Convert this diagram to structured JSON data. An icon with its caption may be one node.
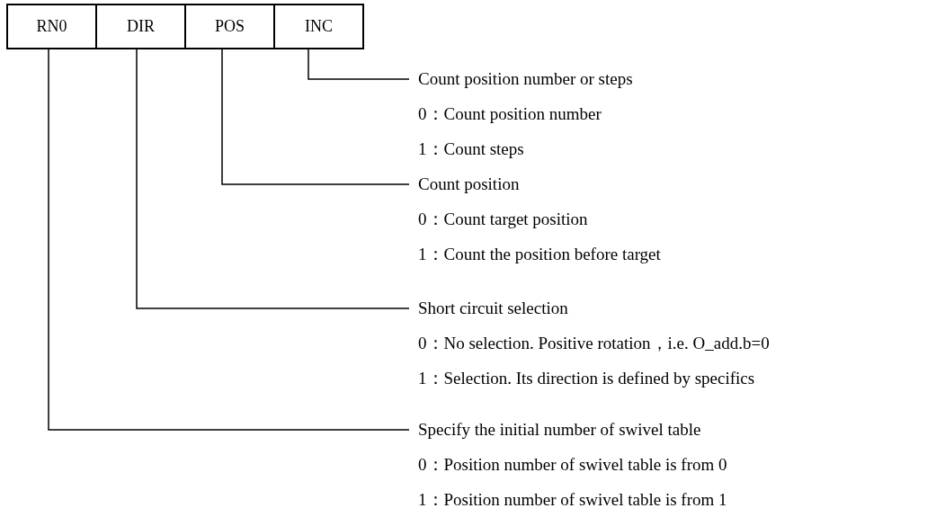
{
  "diagram": {
    "nodes": [
      {
        "text": [
          "RN0"
        ]
      },
      {
        "text": [
          "DIR"
        ]
      },
      {
        "text": [
          "POS"
        ]
      },
      {
        "text": [
          "INC"
        ]
      },
      {
        "text": [
          "Count position number or steps",
          "0：Count position number",
          "1：Count steps"
        ]
      },
      {
        "text": [
          "Count position",
          "0：Count target position",
          "1：Count the position before target"
        ]
      },
      {
        "text": [
          "Short circuit selection",
          "0：No selection. Positive rotation，i.e. O_add.b=0",
          "1：Selection. Its direction is defined by specifics"
        ]
      },
      {
        "text": [
          "Specify the initial number of swivel table",
          "0：Position number of swivel table is from 0",
          "1：Position number of swivel table is from 1"
        ]
      }
    ],
    "edges": [
      {
        "from": 3,
        "to": 4,
        "arrow": "none"
      },
      {
        "from": 2,
        "to": 5,
        "arrow": "none"
      },
      {
        "from": 1,
        "to": 6,
        "arrow": "none"
      },
      {
        "from": 0,
        "to": 7,
        "arrow": "none"
      }
    ]
  }
}
